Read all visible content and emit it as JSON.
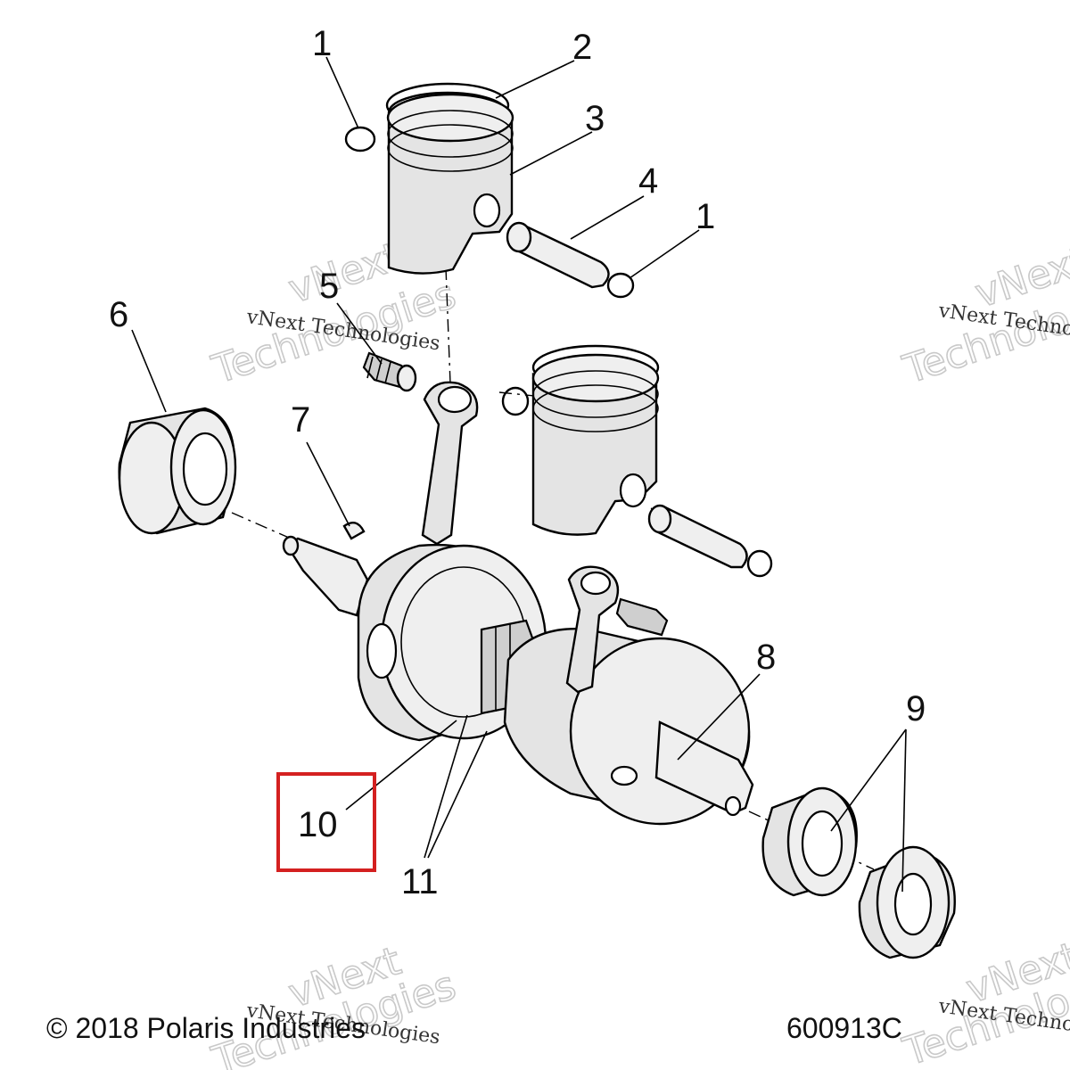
{
  "callouts": {
    "c1a": "1",
    "c2": "2",
    "c3": "3",
    "c4": "4",
    "c1b": "1",
    "c5": "5",
    "c6": "6",
    "c7": "7",
    "c8": "8",
    "c9": "9",
    "c10": "10",
    "c11": "11"
  },
  "highlight_color": "#d42020",
  "footer": {
    "copyright": "© 2018 Polaris Industries",
    "part_number": "600913C"
  },
  "watermark": {
    "small": "vNext Technologies",
    "big_1": "vNext",
    "big_2": "Technologies"
  }
}
